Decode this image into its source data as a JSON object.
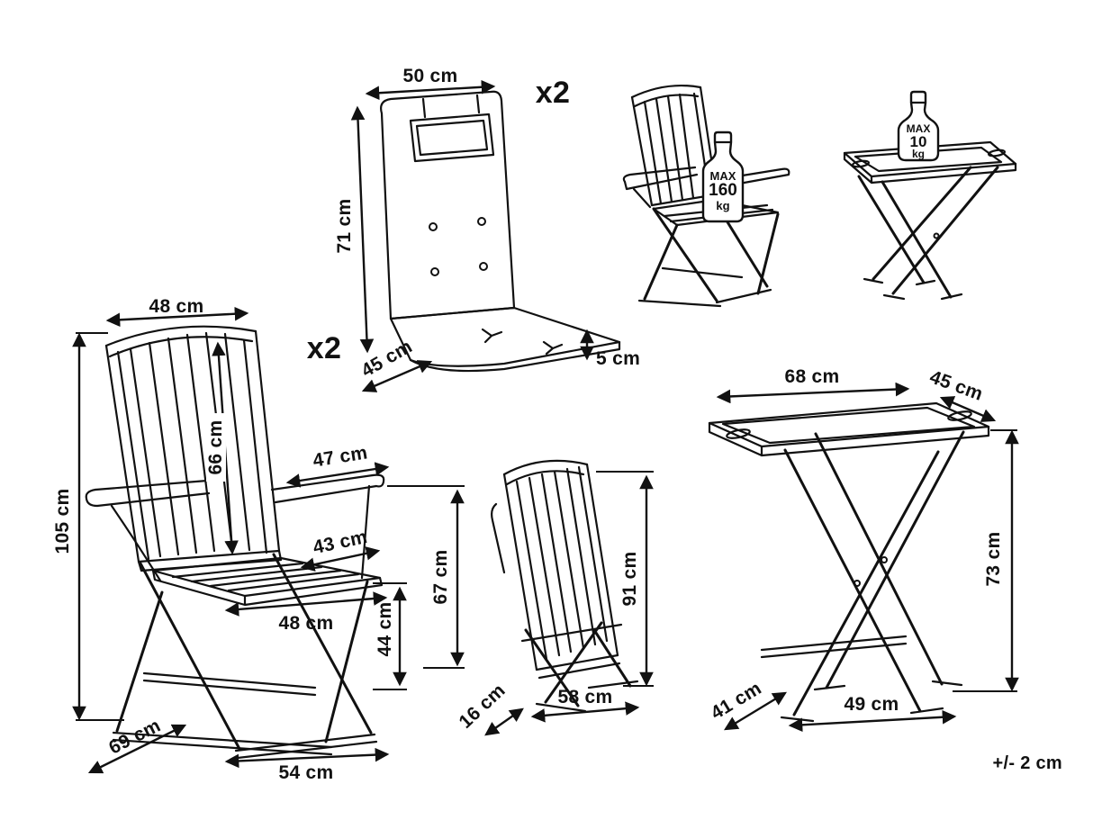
{
  "figure": {
    "tolerance_note": "+/- 2 cm",
    "ink_color": "#111111",
    "background_color": "#ffffff"
  },
  "cushion": {
    "quantity_label": "x2",
    "dimensions": {
      "top_width": "50 cm",
      "back_height": "71 cm",
      "seat_depth": "45 cm",
      "thickness": "5 cm"
    }
  },
  "chair": {
    "quantity_label": "x2",
    "max_load": {
      "title": "MAX",
      "value": "160",
      "unit": "kg"
    },
    "dimensions": {
      "backrest_width": "48 cm",
      "total_height": "105 cm",
      "backrest_height": "66 cm",
      "armrest_length": "47 cm",
      "seat_depth": "43 cm",
      "seat_width": "48 cm",
      "seat_height": "44 cm",
      "armrest_height": "67 cm",
      "base_depth": "69 cm",
      "base_width": "54 cm"
    }
  },
  "folded_chair": {
    "dimensions": {
      "height": "91 cm",
      "depth": "16 cm",
      "width": "58 cm"
    }
  },
  "table": {
    "max_load": {
      "title": "MAX",
      "value": "10",
      "unit": "kg"
    },
    "dimensions": {
      "top_width": "68 cm",
      "top_depth": "45 cm",
      "height": "73 cm",
      "base_depth": "41 cm",
      "base_width": "49 cm"
    }
  }
}
